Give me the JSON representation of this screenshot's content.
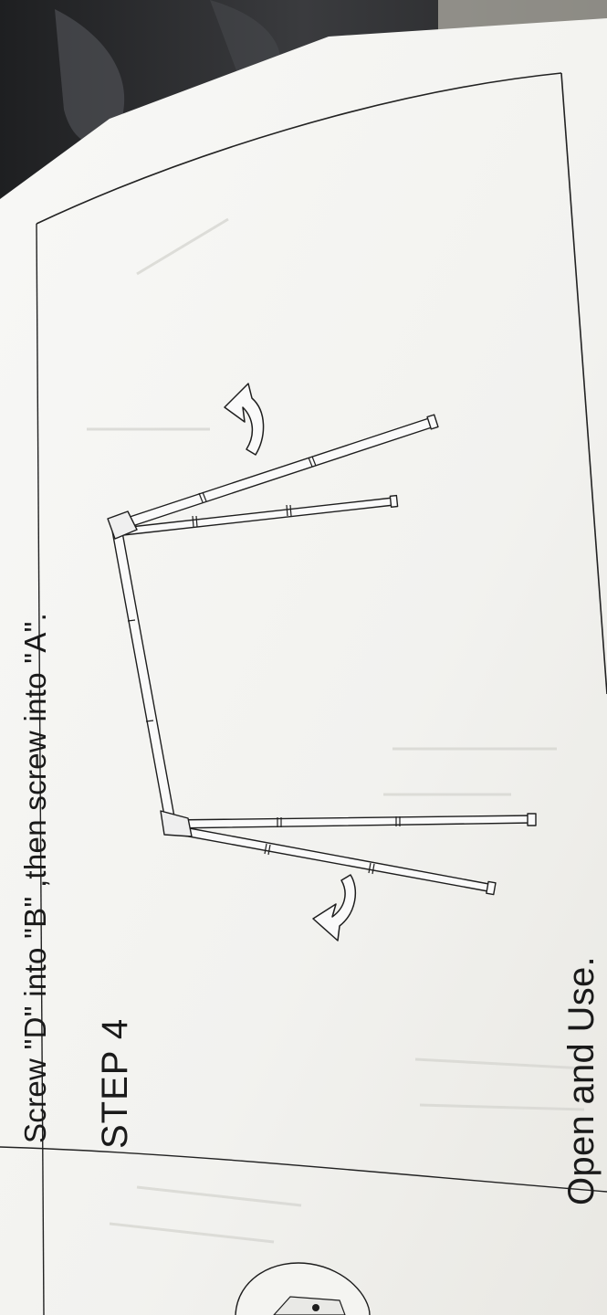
{
  "instruction": "Screw \"D\" into \"B\" ,then screw into \"A\".",
  "step_title": "STEP  4",
  "footer_text": "Open and Use.",
  "colors": {
    "paper": "#f6f6f3",
    "ink": "#1a1a1a",
    "plastic_bag": "#2b2c2e",
    "tube_fill": "#fafafa"
  },
  "icons": [
    "rotate-arrow-icon",
    "rotate-arrow-icon"
  ]
}
